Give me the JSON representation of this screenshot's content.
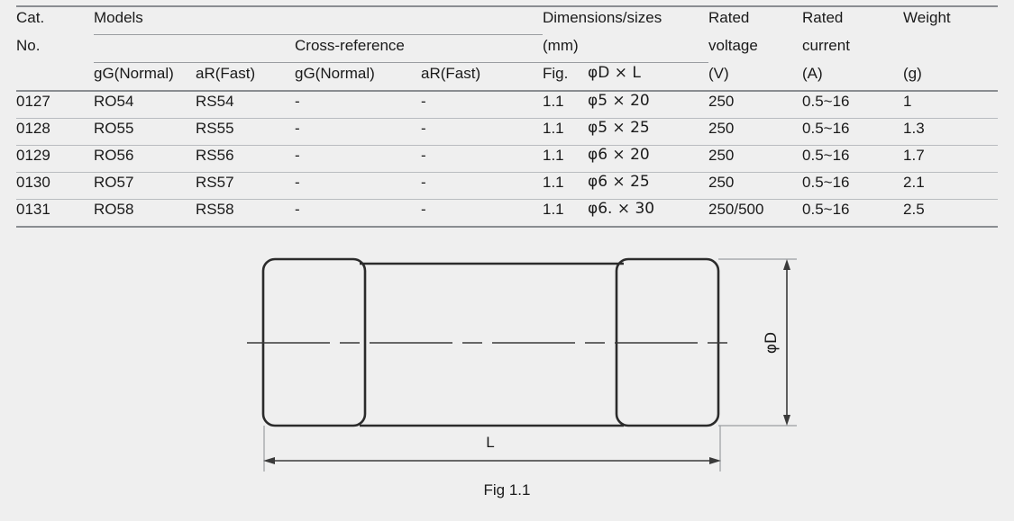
{
  "table": {
    "group_headers": {
      "cat_no_line1": "Cat.",
      "cat_no_line2": "No.",
      "models": "Models",
      "cross_reference": "Cross-reference",
      "dimensions_line1": "Dimensions/sizes",
      "dimensions_line2": "(mm)",
      "rated_voltage_line1": "Rated",
      "rated_voltage_line2": "voltage",
      "rated_current_line1": "Rated",
      "rated_current_line2": "current",
      "weight": "Weight"
    },
    "column_headers": {
      "models_gg": "gG(Normal)",
      "models_ar": "aR(Fast)",
      "xref_gg": "gG(Normal)",
      "xref_ar": "aR(Fast)",
      "fig": "Fig.",
      "dim": "φD × L",
      "voltage_unit": "(V)",
      "current_unit": "(A)",
      "weight_unit": "(g)"
    },
    "rows": [
      {
        "cat_no": "0127",
        "models_gg": "RO54",
        "models_ar": "RS54",
        "xref_gg": "-",
        "xref_ar": "-",
        "fig": "1.1",
        "dim": "φ5 × 20",
        "voltage": "250",
        "current": "0.5~16",
        "weight": "1"
      },
      {
        "cat_no": "0128",
        "models_gg": "RO55",
        "models_ar": "RS55",
        "xref_gg": "-",
        "xref_ar": "-",
        "fig": "1.1",
        "dim": "φ5 × 25",
        "voltage": "250",
        "current": "0.5~16",
        "weight": "1.3"
      },
      {
        "cat_no": "0129",
        "models_gg": "RO56",
        "models_ar": "RS56",
        "xref_gg": "-",
        "xref_ar": "-",
        "fig": "1.1",
        "dim": "φ6 × 20",
        "voltage": "250",
        "current": "0.5~16",
        "weight": "1.7"
      },
      {
        "cat_no": "0130",
        "models_gg": "RO57",
        "models_ar": "RS57",
        "xref_gg": "-",
        "xref_ar": "-",
        "fig": "1.1",
        "dim": "φ6 × 25",
        "voltage": "250",
        "current": "0.5~16",
        "weight": "2.1"
      },
      {
        "cat_no": "0131",
        "models_gg": "RO58",
        "models_ar": "RS58",
        "xref_gg": "-",
        "xref_ar": "-",
        "fig": "1.1",
        "dim": "φ6. × 30",
        "voltage": "250/500",
        "current": "0.5~16",
        "weight": "2.5"
      }
    ]
  },
  "figure": {
    "caption": "Fig 1.1",
    "length_label": "L",
    "diameter_label": "φD"
  },
  "colors": {
    "background": "#efefef",
    "rule_strong": "#8a8d91",
    "rule_light": "#b9bcc0",
    "drawing_stroke": "#2b2b2b",
    "dimension_stroke": "#3a3a3a",
    "text": "#1a1a1a"
  }
}
